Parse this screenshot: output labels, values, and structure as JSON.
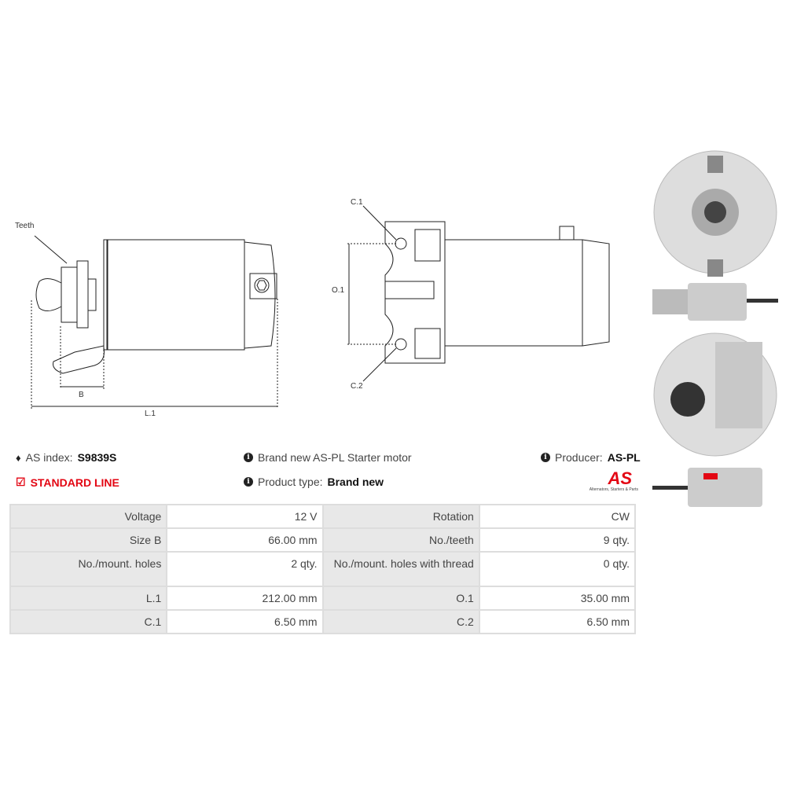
{
  "drawing_labels": {
    "teeth": "Teeth",
    "b": "B",
    "l1": "L.1",
    "c1": "C.1",
    "o1": "O.1",
    "c2": "C.2"
  },
  "info": {
    "as_index_label": "AS index:",
    "as_index_value": "S9839S",
    "line": "STANDARD LINE",
    "description": "Brand new AS-PL Starter motor",
    "product_type_label": "Product type:",
    "product_type_value": "Brand new",
    "producer_label": "Producer:",
    "producer_value": "AS-PL",
    "logo_text": "AS",
    "logo_tagline": "Alternators, Starters & Parts"
  },
  "colors": {
    "accent": "#e30613"
  },
  "specs": [
    {
      "k1": "Voltage",
      "v1": "12 V",
      "k2": "Rotation",
      "v2": "CW"
    },
    {
      "k1": "Size B",
      "v1": "66.00 mm",
      "k2": "No./teeth",
      "v2": "9 qty."
    },
    {
      "k1": "No./mount. holes",
      "v1": "2 qty.",
      "k2": "No./mount. holes with thread",
      "v2": "0 qty."
    },
    {
      "k1": "L.1",
      "v1": "212.00 mm",
      "k2": "O.1",
      "v2": "35.00 mm"
    },
    {
      "k1": "C.1",
      "v1": "6.50 mm",
      "k2": "C.2",
      "v2": "6.50 mm"
    }
  ]
}
